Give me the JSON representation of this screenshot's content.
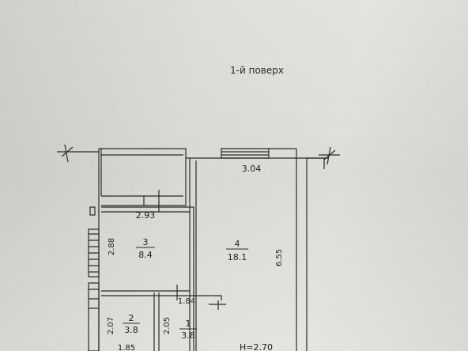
{
  "document": {
    "floor_title": "1-й поверх"
  },
  "plan": {
    "dimensions": {
      "top_left_width": "2.93",
      "top_right_width": "3.04",
      "room3_height": "2.88",
      "room4_height": "6.55",
      "room1_width": "1.84",
      "room2_height": "2.07",
      "room1_height": "2.05",
      "bottom_width": "1.85",
      "ceiling_height": "H=2.70"
    },
    "rooms": [
      {
        "number": "1",
        "area": "3.8"
      },
      {
        "number": "2",
        "area": "3.8"
      },
      {
        "number": "3",
        "area": "8.4"
      },
      {
        "number": "4",
        "area": "18.1"
      }
    ]
  }
}
